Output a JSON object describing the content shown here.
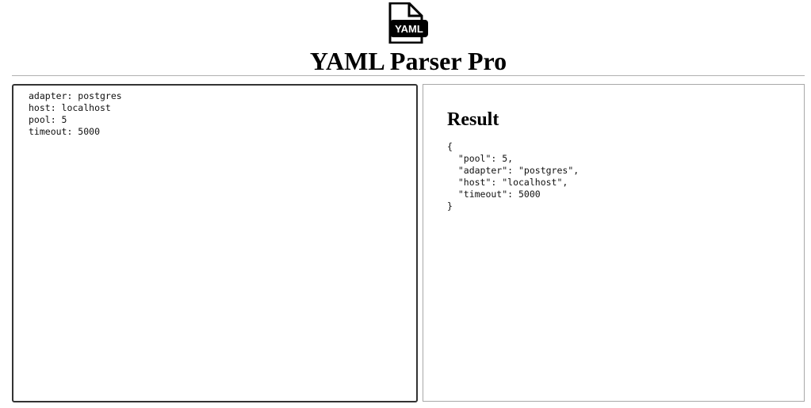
{
  "header": {
    "logo_icon": "yaml-file-icon",
    "logo_badge_text": "YAML",
    "title": "YAML Parser Pro"
  },
  "editor": {
    "value": "adapter: postgres\nhost: localhost\npool: 5\ntimeout: 5000"
  },
  "result": {
    "heading": "Result",
    "output": "{\n  \"pool\": 5,\n  \"adapter\": \"postgres\",\n  \"host\": \"localhost\",\n  \"timeout\": 5000\n}"
  }
}
